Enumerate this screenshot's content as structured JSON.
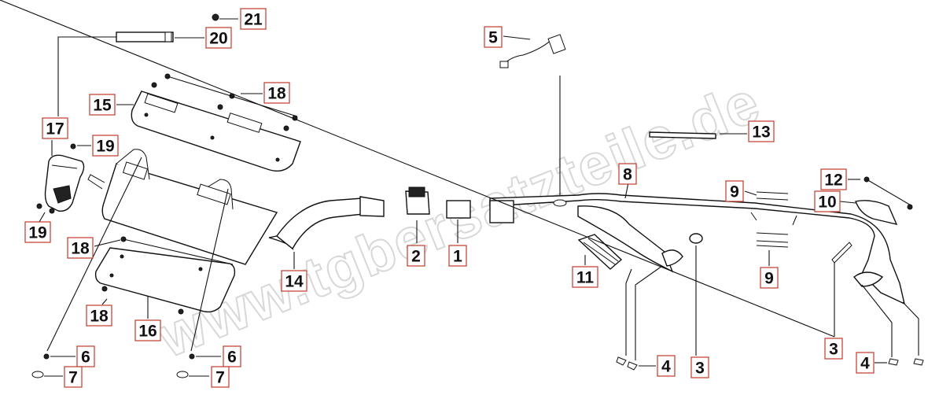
{
  "watermark": "www.tgbersatzteile.de",
  "callouts": [
    "1",
    "2",
    "3",
    "3",
    "4",
    "4",
    "5",
    "6",
    "6",
    "7",
    "7",
    "8",
    "9",
    "9",
    "10",
    "11",
    "12",
    "13",
    "14",
    "15",
    "16",
    "17",
    "18",
    "18",
    "18",
    "19",
    "19",
    "20",
    "21"
  ],
  "colors": {
    "callout_border": "#c0392b",
    "line": "#111111",
    "watermark": "#d8d8d8"
  }
}
